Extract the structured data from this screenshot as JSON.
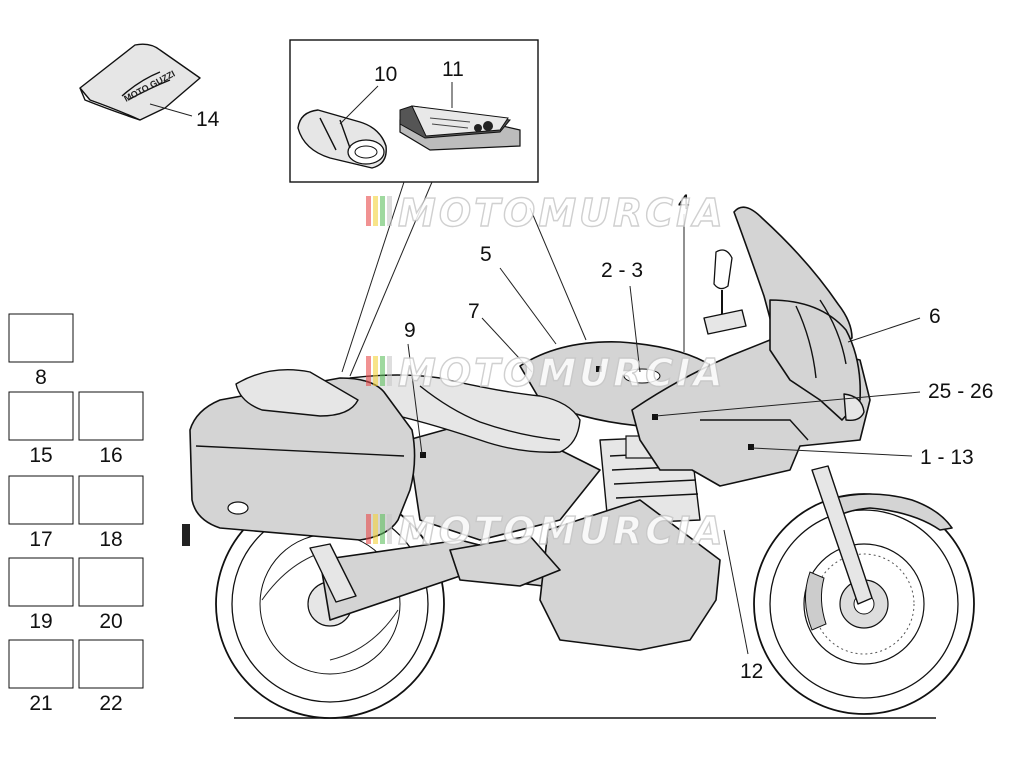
{
  "watermark": {
    "text": "MOTOMURCIA",
    "stripe_colors": [
      "#e84a4a",
      "#f3d23a",
      "#5fbf5f",
      "#c8c8c8"
    ]
  },
  "diagram": {
    "callouts": {
      "c1_13": "1 - 13",
      "c2_3": "2 - 3",
      "c4": "4",
      "c5": "5",
      "c6": "6",
      "c7": "7",
      "c9": "9",
      "c10": "10",
      "c11": "11",
      "c12": "12",
      "c14": "14",
      "c25_26": "25 - 26"
    },
    "sticker_boxes": [
      "8",
      "15",
      "16",
      "17",
      "18",
      "19",
      "20",
      "21",
      "22"
    ],
    "logo_text": "MOTO GUZZI"
  },
  "colors": {
    "part_fill": "#d4d4d4",
    "line": "#111111",
    "background": "#ffffff"
  }
}
